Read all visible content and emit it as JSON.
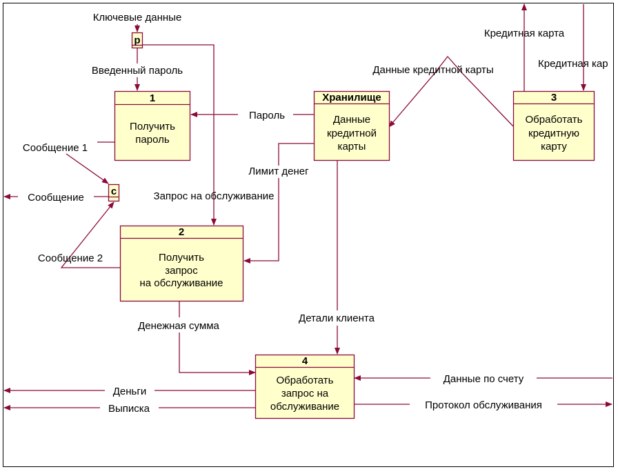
{
  "processes": {
    "p1": {
      "num": "1",
      "lines": [
        "Получить",
        "пароль"
      ]
    },
    "p2": {
      "num": "2",
      "lines": [
        "Получить",
        "запрос",
        "на обслуживание"
      ]
    },
    "p3": {
      "num": "3",
      "lines": [
        "Обработать",
        "кредитную",
        "карту"
      ]
    },
    "p4": {
      "num": "4",
      "lines": [
        "Обработать",
        "запрос на",
        "обслуживание"
      ]
    }
  },
  "store": {
    "header": "Хранилище",
    "lines": [
      "Данные",
      "кредитной",
      "карты"
    ]
  },
  "connectors": {
    "p": "p",
    "c": "c"
  },
  "labels": {
    "key_data": "Ключевые данные",
    "entered_password": "Введенный пароль",
    "password": "Пароль",
    "credit_card_data": "Данные кредитной карты",
    "credit_card_out": "Кредитная карта",
    "credit_card_in": "Кредитная кар",
    "message1": "Сообщение 1",
    "message": "Сообщение",
    "message2": "Сообщение 2",
    "money_limit": "Лимит денег",
    "service_request": "Запрос на обслуживание",
    "money_amount": "Денежная сумма",
    "client_details": "Детали клиента",
    "account_data": "Данные по счету",
    "money": "Деньги",
    "statement": "Выписка",
    "service_log": "Протокол обслуживания"
  }
}
